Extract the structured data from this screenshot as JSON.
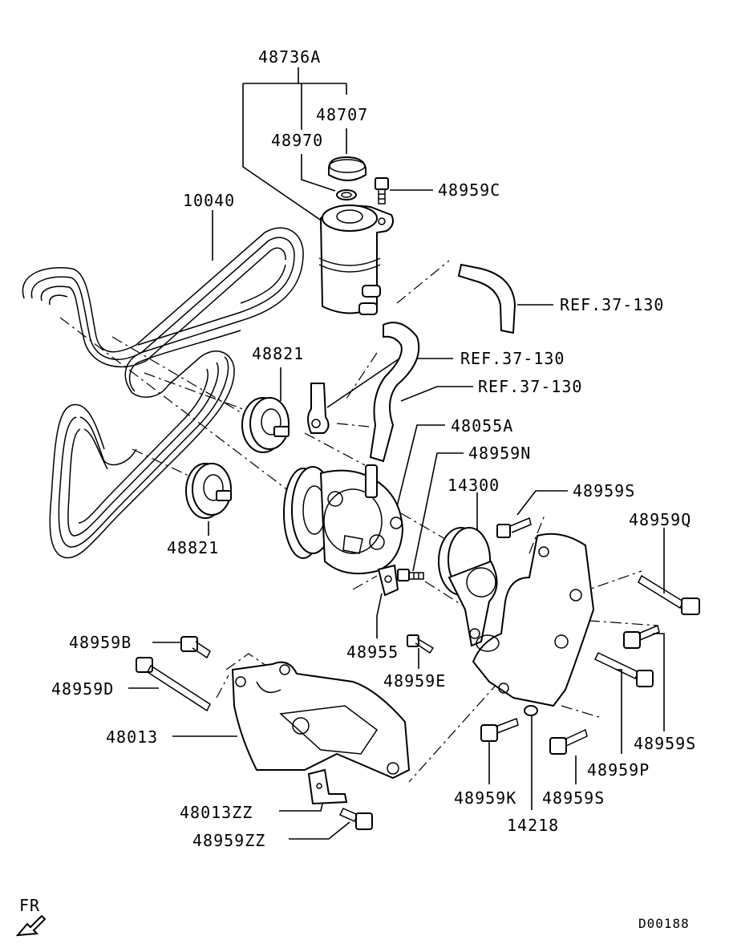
{
  "labels": {
    "p48736A": "48736A",
    "p48707": "48707",
    "p48970": "48970",
    "p48959C": "48959C",
    "p10040": "10040",
    "ref1": "REF.37-130",
    "ref2": "REF.37-130",
    "ref3": "REF.37-130",
    "p48821a": "48821",
    "p48821b": "48821",
    "p48055A": "48055A",
    "p48959N": "48959N",
    "p14300": "14300",
    "p48959S_a": "48959S",
    "p48959Q": "48959Q",
    "p48959B": "48959B",
    "p48959D": "48959D",
    "p48955": "48955",
    "p48959E": "48959E",
    "p48013": "48013",
    "p48959S_b": "48959S",
    "p48959P": "48959P",
    "p48959K": "48959K",
    "p48959S_c": "48959S",
    "p14218": "14218",
    "p48013ZZ": "48013ZZ",
    "p48959ZZ": "48959ZZ",
    "fr": "FR",
    "code": "D00188"
  }
}
